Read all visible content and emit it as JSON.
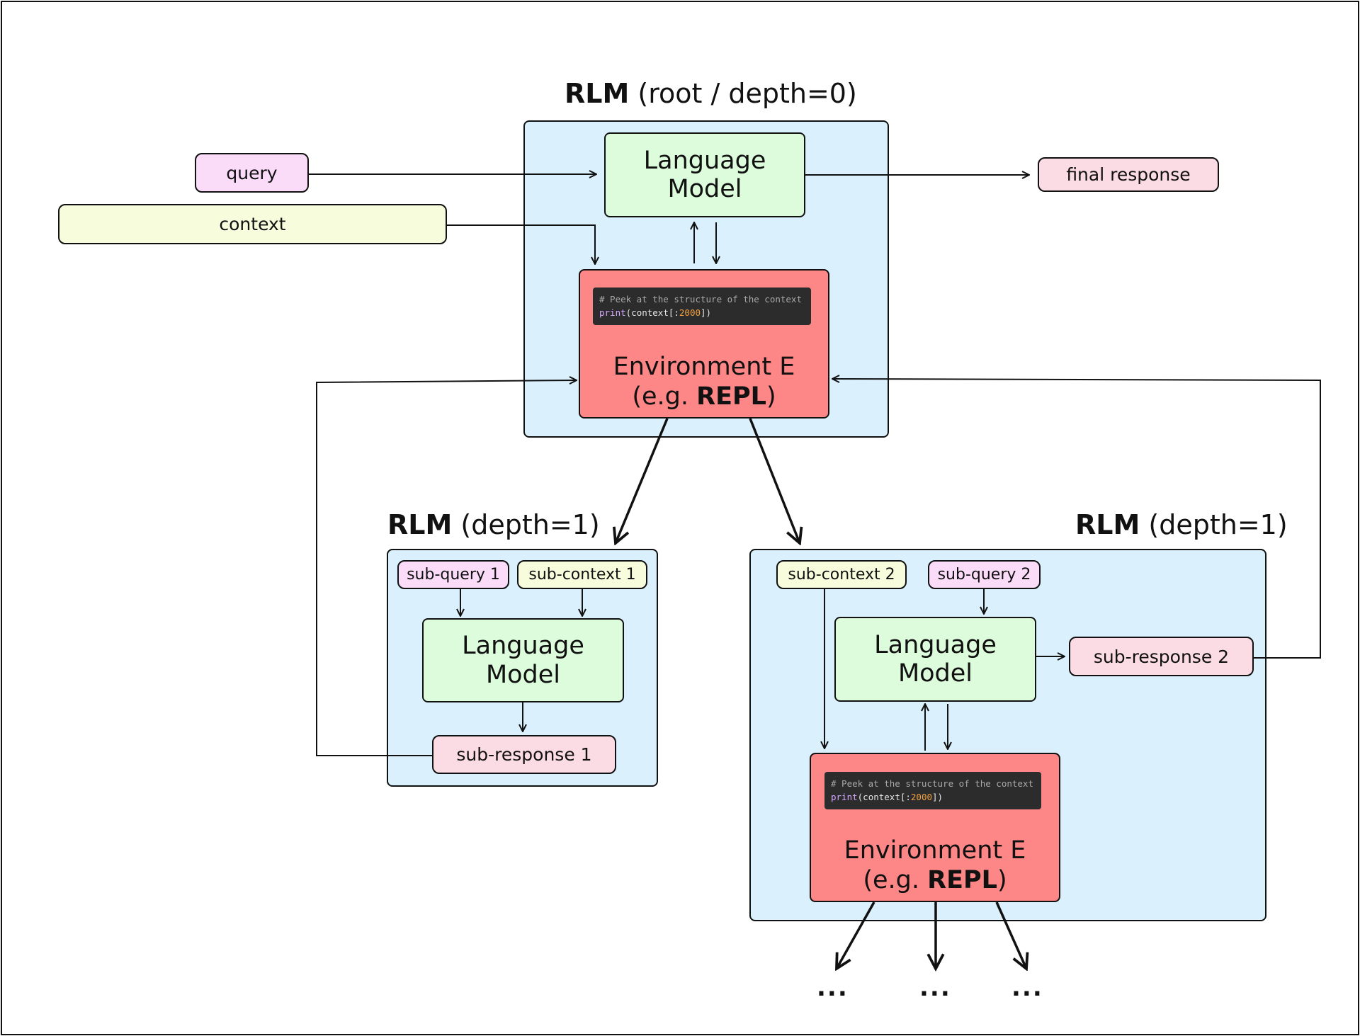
{
  "root": {
    "title_bold": "RLM",
    "title_rest": "(root / depth=0)",
    "query": "query",
    "context": "context",
    "final_response": "final response",
    "lm_label": "Language\nModel",
    "env": {
      "code_comment": "# Peek at the structure of the context",
      "code_fn": "print",
      "code_mid": "(context[:",
      "code_num": "2000",
      "code_end": "])",
      "label_line1": "Environment E",
      "label_prefix": "(e.g. ",
      "label_bold": "REPL",
      "label_suffix": ")"
    }
  },
  "left": {
    "title_bold": "RLM",
    "title_rest": "(depth=1)",
    "sub_query": "sub-query 1",
    "sub_context": "sub-context 1",
    "lm_label": "Language\nModel",
    "sub_response": "sub-response 1"
  },
  "right": {
    "title_bold": "RLM",
    "title_rest": "(depth=1)",
    "sub_context": "sub-context 2",
    "sub_query": "sub-query 2",
    "lm_label": "Language\nModel",
    "sub_response": "sub-response 2",
    "env": {
      "code_comment": "# Peek at the structure of the context",
      "code_fn": "print",
      "code_mid": "(context[:",
      "code_num": "2000",
      "code_end": "])",
      "label_line1": "Environment E",
      "label_prefix": "(e.g. ",
      "label_bold": "REPL",
      "label_suffix": ")"
    }
  },
  "ellipsis": [
    "...",
    "...",
    "..."
  ],
  "colors": {
    "container_bg": "#dbf0fd",
    "lm_bg": "#dcfcdc",
    "env_bg": "#fd8686",
    "query_bg": "#fadcf9",
    "context_bg": "#f7fcdd",
    "response_bg": "#fcdce4",
    "code_bg": "#2c2c2c"
  }
}
